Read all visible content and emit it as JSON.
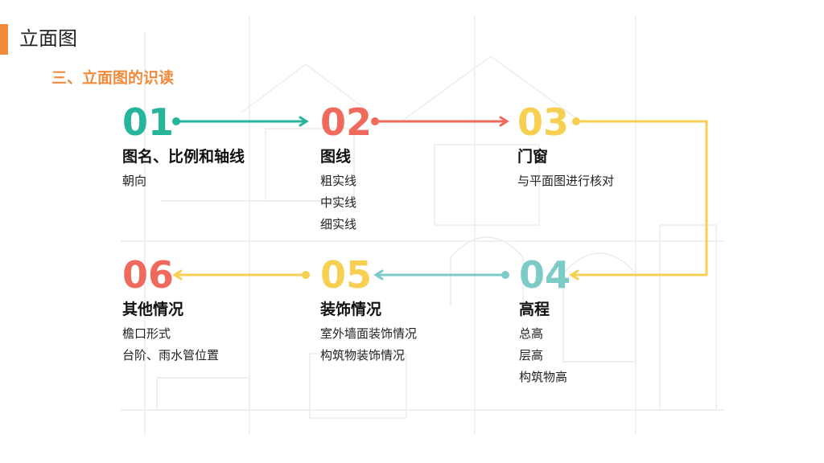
{
  "header": {
    "title": "立面图",
    "subtitle": "三、立面图的识读"
  },
  "colors": {
    "accent": "#f08a3c",
    "teal": "#26b49a",
    "red": "#ef6a5c",
    "yellow": "#f6cf53",
    "light_teal": "#7ccbc6",
    "bg_lines": "#ececec"
  },
  "steps": [
    {
      "number": "01",
      "title": "图名、比例和轴线",
      "items": [
        "朝向"
      ]
    },
    {
      "number": "02",
      "title": "图线",
      "items": [
        "粗实线",
        "中实线",
        "细实线"
      ]
    },
    {
      "number": "03",
      "title": "门窗",
      "items": [
        "与平面图进行核对"
      ]
    },
    {
      "number": "04",
      "title": "高程",
      "items": [
        "总高",
        "层高",
        "构筑物高"
      ]
    },
    {
      "number": "05",
      "title": "装饰情况",
      "items": [
        "室外墙面装饰情况",
        "构筑物装饰情况"
      ]
    },
    {
      "number": "06",
      "title": "其他情况",
      "items": [
        "檐口形式",
        "台阶、雨水管位置"
      ]
    }
  ]
}
